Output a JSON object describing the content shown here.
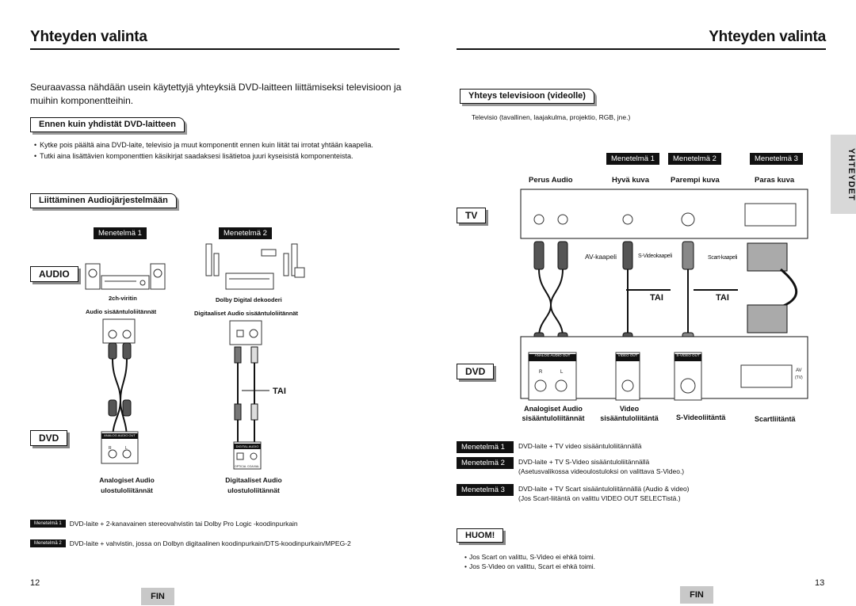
{
  "left": {
    "title": "Yhteyden valinta",
    "intro": "Seuraavassa nähdään usein käytettyjä yhteyksiä DVD-laitteen liittämiseksi televisioon ja muihin komponentteihin.",
    "section1": "Ennen kuin yhdistät DVD-laitteen",
    "bullets": [
      "Kytke pois päältä aina DVD-laite, televisio ja muut komponentit ennen kuin liität tai irrotat yhtään kaapelia.",
      "Tutki aina lisättävien komponenttien käsikirjat saadaksesi lisätietoa juuri kyseisistä komponenteista."
    ],
    "section2": "Liittäminen Audiojärjestelmään",
    "method1": "Menetelmä 1",
    "method2": "Menetelmä 2",
    "audio_label": "AUDIO",
    "dvd_label": "DVD",
    "amp_caption": "2ch-viritin",
    "amp_inputs": "Audio sisääntuloliitännät",
    "decoder_caption": "Dolby Digital dekooderi",
    "decoder_inputs": "Digitaaliset Audio sisääntuloliitännät",
    "tai": "TAI",
    "analog_out_line1": "Analogiset Audio",
    "analog_out_line2": "ulostuloliitännät",
    "digital_out_line1": "Digitaaliset Audio",
    "digital_out_line2": "ulostuloliitännät",
    "panel_analog": "ANALOG AUDIO OUT",
    "panel_r": "R",
    "panel_l": "L",
    "panel_digital": "DIGITAL AUDIO OUT",
    "panel_optical": "OPTICAL",
    "panel_coaxial": "COAXIAL",
    "notes": [
      {
        "tag": "Menetelmä 1",
        "text": "DVD-laite + 2-kanavainen stereovahvistin tai Dolby Pro Logic -koodinpurkain"
      },
      {
        "tag": "Menetelmä 2",
        "text": "DVD-laite + vahvistin, jossa on Dolbyn digitaalinen koodinpurkain/DTS-koodinpurkain/MPEG-2"
      }
    ],
    "page_number": "12",
    "lang": "FIN"
  },
  "right": {
    "title": "Yhteyden valinta",
    "section": "Yhteys televisioon (videolle)",
    "tv_note": "Televisio (tavallinen, laajakulma, projektio, RGB, jne.)",
    "methods": [
      "Menetelmä 1",
      "Menetelmä 2",
      "Menetelmä 3"
    ],
    "qualities": [
      "Perus Audio",
      "Hyvä kuva",
      "Parempi kuva",
      "Paras kuva"
    ],
    "tv_label": "TV",
    "dvd_label": "DVD",
    "av_cable": "AV-kaapeli",
    "s_cable": "S-Videokaapeli",
    "scart_cable": "Scart-kaapeli",
    "tai1": "TAI",
    "tai2": "TAI",
    "panel_analog": "ANALOG AUDIO OUT",
    "panel_video": "VIDEO OUT",
    "panel_svideo": "S-VIDEO OUT",
    "panel_av": "AV",
    "panel_tv": "(TV)",
    "panel_r": "R",
    "panel_l": "L",
    "bottom_labels": {
      "analog1": "Analogiset Audio",
      "analog2": "sisääntuloliitännät",
      "video1": "Video",
      "video2": "sisääntuloliitäntä",
      "svideo": "S-Videoliitäntä",
      "scart": "Scartliitäntä"
    },
    "method_notes": [
      {
        "tag": "Menetelmä 1",
        "line1": "DVD-laite + TV video sisääntuloliitännällä",
        "line2": ""
      },
      {
        "tag": "Menetelmä 2",
        "line1": "DVD-laite + TV S-Video sisääntuloliitännällä",
        "line2": "(Asetusvalikossa videoulostuloksi on valittava S-Video.)"
      },
      {
        "tag": "Menetelmä 3",
        "line1": "DVD-laite + TV Scart sisääntuloliitännällä (Audio & video)",
        "line2": "(Jos Scart-liitäntä on valittu VIDEO OUT SELECTistä.)"
      }
    ],
    "huom": "HUOM!",
    "huom_bullets": [
      "Jos Scart on valittu, S-Video ei ehkä toimi.",
      "Jos S-Video on valittu, Scart ei ehkä toimi."
    ],
    "side_tab": "YHTEYDET",
    "page_number": "13",
    "lang": "FIN"
  }
}
